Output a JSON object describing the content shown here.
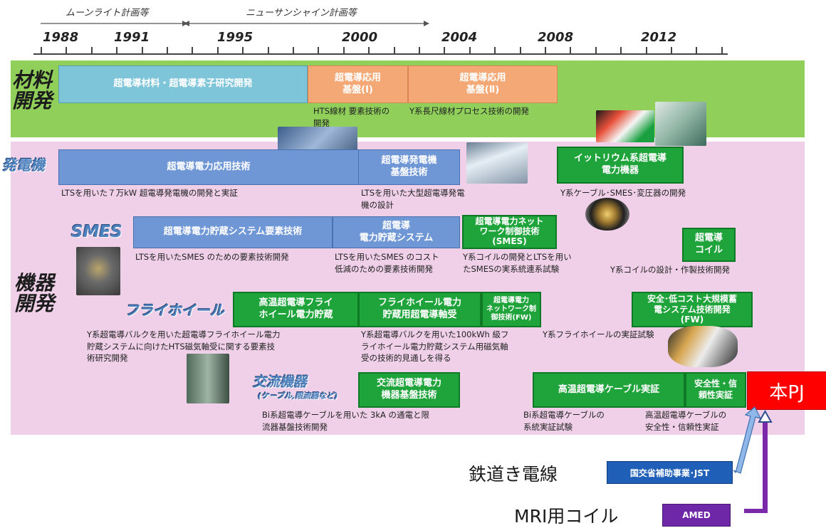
{
  "timeline": {
    "programs": [
      "ムーンライト計画等",
      "ニューサンシャイン計画等"
    ],
    "years": [
      "1988",
      "1991",
      "1995",
      "2000",
      "2004",
      "2008",
      "2012"
    ]
  },
  "categories": {
    "materials": "材料\n開発",
    "generator": "発電機",
    "smes": "SMES",
    "equipment": "機器\n開発",
    "flywheel": "フライホイール",
    "ac": "交流機器",
    "ac_sub": "(ケーブル,限流器など)"
  },
  "materials": {
    "box1": "超電導材料・超電導素子研究開発",
    "box2": "超電導応用\n基盤(Ⅰ)",
    "box3": "超電導応用\n基盤(Ⅱ)",
    "desc1": "HTS線材 要素技術の\n開発",
    "desc2": "Y系長尺線材プロセス技術の開発"
  },
  "generator": {
    "box1": "超電導電力応用技術",
    "box2": "超電導発電機\n基盤技術",
    "box3": "イットリウム系超電導\n電力機器",
    "desc1": "LTSを用いた７万kW 超電導発電機の開発と実証",
    "desc2": "LTSを用いた大型超電導発電\n機の設計",
    "desc3": "Y系ケーブル･SMES･変圧器の開発"
  },
  "smes": {
    "box1": "超電導電力貯蔵システム要素技術",
    "box2": "超電導\n電力貯蔵システム",
    "box3": "超電導電力ネット\nワーク制御技術\n(SMES)",
    "box4": "超電導\nコイル",
    "desc1": "LTSを用いたSMES のための要素技術開発",
    "desc2": "LTSを用いたSMES のコスト\n低減のための要素技術開発",
    "desc3": "Y系コイルの開発とLTSを用い\nたSMESの実系統連系試験",
    "desc4": "Y系コイルの設計・作製技術開発"
  },
  "flywheel": {
    "box1": "高温超電導フライ\nホイール電力貯蔵",
    "box2": "フライホイール電力\n貯蔵用超電導軸受",
    "box3": "超電導電力\nネットワーク制\n御技術(FW)",
    "box4": "安全･低コスト大規模蓄\n電システム技術開発\n(FW)",
    "desc1": "Y系超電導バルクを用いた超電導フライホイール電力\n貯蔵システムに向けたHTS磁気軸受に関する要素技\n術研究開発",
    "desc2": "Y系超電導バルクを用いた100kWh 級フ\nライホイール電力貯蔵システム用磁気軸\n受の技術的見通しを得る",
    "desc3": "Y系フライホイールの実証試験"
  },
  "ac": {
    "box1": "交流超電導電力\n機器基盤技術",
    "box2": "高温超電導ケーブル実証",
    "box3": "安全性・信\n頼性実証",
    "desc1": "Bi系超電導ケーブルを用いた 3kA の通電と限\n流器基盤技術開発",
    "desc2": "Bi系超電導ケーブルの\n系統実証試験",
    "desc3": "高温超電導ケーブルの\n安全性・信頼性実証"
  },
  "project": {
    "label": "本PJ"
  },
  "external": {
    "rail_label": "鉄道き電線",
    "rail_badge": "国交省補助事業･JST",
    "mri_label": "MRI用コイル",
    "mri_badge": "AMED"
  },
  "colors": {
    "materials_band": "#8fcf5a",
    "equipment_band": "#efd0e8",
    "project": "#ff0000",
    "rail_badge": "#1f5fb8",
    "mri_badge": "#6e27a6"
  }
}
